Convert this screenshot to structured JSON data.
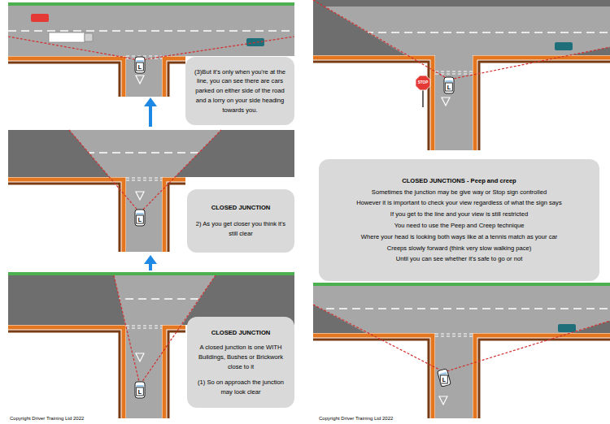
{
  "diagram": {
    "nodes": [
      {
        "text": [
          "(3)But it's only when you're at the line, you can see there are cars parked on either side of the road and a lorry on your side heading towards you."
        ]
      },
      {
        "text": [
          "CLOSED JUNCTION",
          "2) As you get closer you think it's still clear"
        ]
      },
      {
        "text": [
          "CLOSED JUNCTION",
          "A closed junction is one WITH Buildings, Bushes or Brickwork close to it",
          "(1) So on approach the junction may look clear"
        ]
      },
      {
        "text": [
          "CLOSED JUNCTIONS - Peep and creep",
          "Sometimes the junction may be give way or Stop sign controlled",
          "However it is important to check your view regardless of what the sign says",
          "If you get to the line and your view is still restricted",
          "You need to use the Peep and Creep technique",
          "Where your head is looking both ways like at a tennis match as your car",
          "Creeps slowly forward (think very slow walking pace)",
          "Until you can see whether it's safe to go or not"
        ]
      }
    ],
    "labels": [
      "L",
      "L",
      "L",
      "Copyright Driver Training Ltd 2022",
      "STOP",
      "L",
      "L",
      "Copyright Driver Training Ltd 2022"
    ]
  }
}
